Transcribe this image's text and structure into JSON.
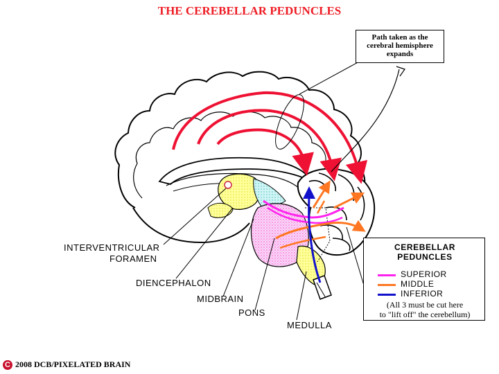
{
  "title": "THE CEREBELLAR PEDUNCLES",
  "callout": {
    "line1": "Path taken as the",
    "line2": "cerebral hemisphere",
    "line3": "expands"
  },
  "labels": {
    "interventricular_1": "INTERVENTRICULAR",
    "interventricular_2": "FORAMEN",
    "diencephalon": "DIENCEPHALON",
    "midbrain": "MIDBRAIN",
    "pons": "PONS",
    "medulla": "MEDULLA"
  },
  "legend": {
    "title_1": "CEREBELLAR",
    "title_2": "PEDUNCLES",
    "items": [
      {
        "label": "SUPERIOR",
        "color": "#ff22ee"
      },
      {
        "label": "MIDDLE",
        "color": "#ff7722"
      },
      {
        "label": "INFERIOR",
        "color": "#1111cc"
      }
    ],
    "note_1": "(All 3 must be cut here",
    "note_2": "to \"lift off\" the cerebellum)"
  },
  "copyright": {
    "symbol": "C",
    "text": "2008  DCB/PIXELATED BRAIN"
  },
  "colors": {
    "title": "#ee1c24",
    "expansion_arrows": "#ee1133",
    "superior": "#ff22ee",
    "middle": "#ff7722",
    "inferior": "#1111cc",
    "pons_fill": "#ffb3f0",
    "medulla_fill": "#ffff88",
    "midbrain_fill": "#b8f0f0"
  }
}
